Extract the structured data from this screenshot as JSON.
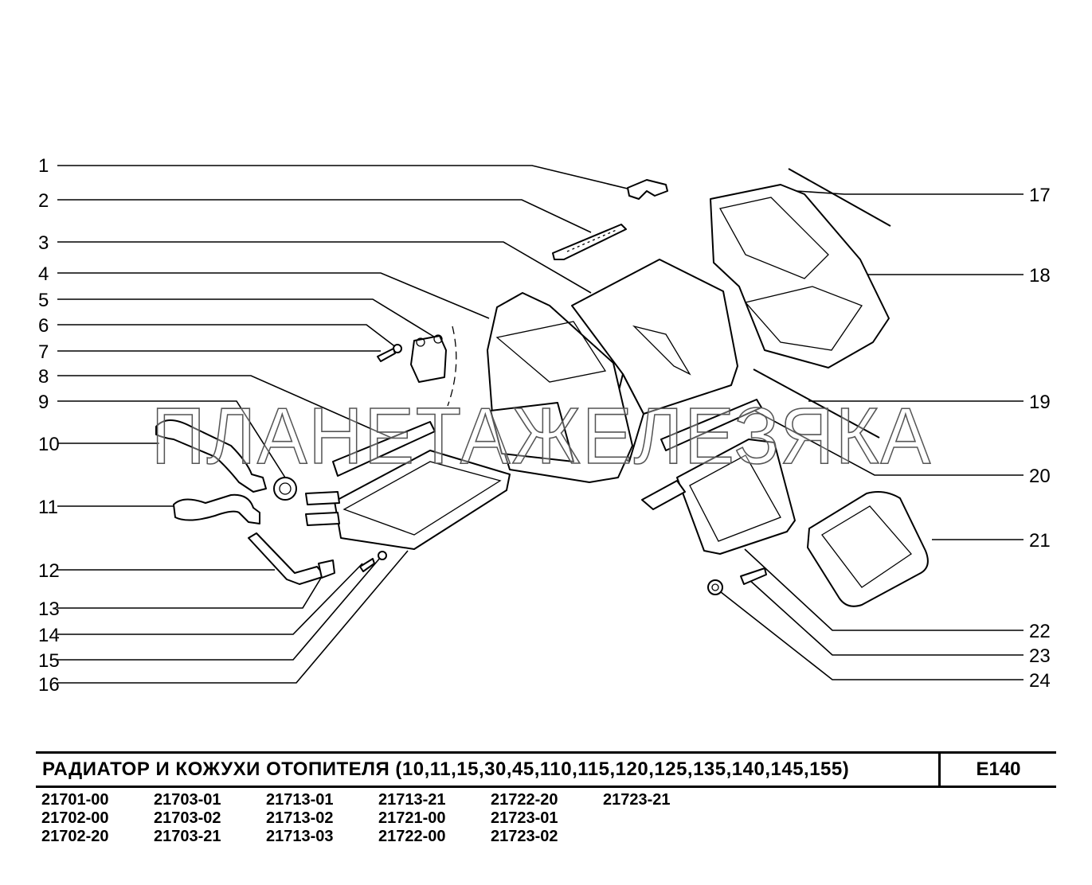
{
  "callouts_left": [
    "1",
    "2",
    "3",
    "4",
    "5",
    "6",
    "7",
    "8",
    "9",
    "10",
    "11",
    "12",
    "13",
    "14",
    "15",
    "16"
  ],
  "callouts_right": [
    "17",
    "18",
    "19",
    "20",
    "21",
    "22",
    "23",
    "24"
  ],
  "watermark": "ПЛАНЕТАЖЕЛЕЗЯКА",
  "title": "РАДИАТОР  И  КОЖУХИ  ОТОПИТЕЛЯ  (10,11,15,30,45,110,115,120,125,135,140,145,155)",
  "page_code": "E140",
  "models": [
    [
      "21701-00",
      "21702-00",
      "21702-20"
    ],
    [
      "21703-01",
      "21703-02",
      "21703-21"
    ],
    [
      "21713-01",
      "21713-02",
      "21713-03"
    ],
    [
      "21713-21",
      "21721-00",
      "21722-00"
    ],
    [
      "21722-20",
      "21723-01",
      "21723-02"
    ],
    [
      "21723-21"
    ]
  ]
}
